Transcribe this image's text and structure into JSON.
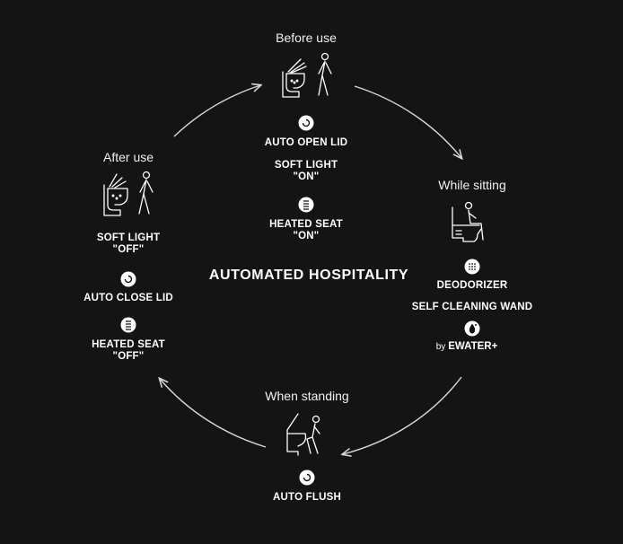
{
  "center_title": "AUTOMATED HOSPITALITY",
  "colors": {
    "background": "#141414",
    "foreground": "#ffffff",
    "line": "#d9d9d9"
  },
  "stages": {
    "before": {
      "title": "Before use",
      "icon": "toilet-with-walking-person-icon",
      "features": [
        {
          "line1": "AUTO OPEN LID",
          "line2": "",
          "icon": "lid-circle-icon"
        },
        {
          "line1": "SOFT LIGHT",
          "line2": "\"ON\"",
          "icon": ""
        },
        {
          "line1": "HEATED SEAT",
          "line2": "\"ON\"",
          "icon": "heat-coil-icon"
        }
      ]
    },
    "sitting": {
      "title": "While sitting",
      "icon": "seated-person-icon",
      "features": [
        {
          "line1": "DEODORIZER",
          "line2": "",
          "icon": "deodorizer-dots-icon"
        },
        {
          "line1": "SELF CLEANING WAND",
          "line2": "",
          "icon": ""
        }
      ],
      "byline": {
        "by": "by",
        "brand": "EWATER+",
        "icon": "water-drop-icon"
      }
    },
    "standing": {
      "title": "When standing",
      "icon": "standing-person-icon",
      "features": [
        {
          "line1": "AUTO FLUSH",
          "line2": "",
          "icon": "flush-circle-icon"
        }
      ]
    },
    "after": {
      "title": "After use",
      "icon": "walking-away-person-icon",
      "features": [
        {
          "line1": "SOFT LIGHT",
          "line2": "\"OFF\"",
          "icon": ""
        },
        {
          "line1": "AUTO CLOSE LID",
          "line2": "",
          "icon": "lid-circle-icon"
        },
        {
          "line1": "HEATED SEAT",
          "line2": "\"OFF\"",
          "icon": "heat-coil-icon"
        }
      ]
    }
  }
}
